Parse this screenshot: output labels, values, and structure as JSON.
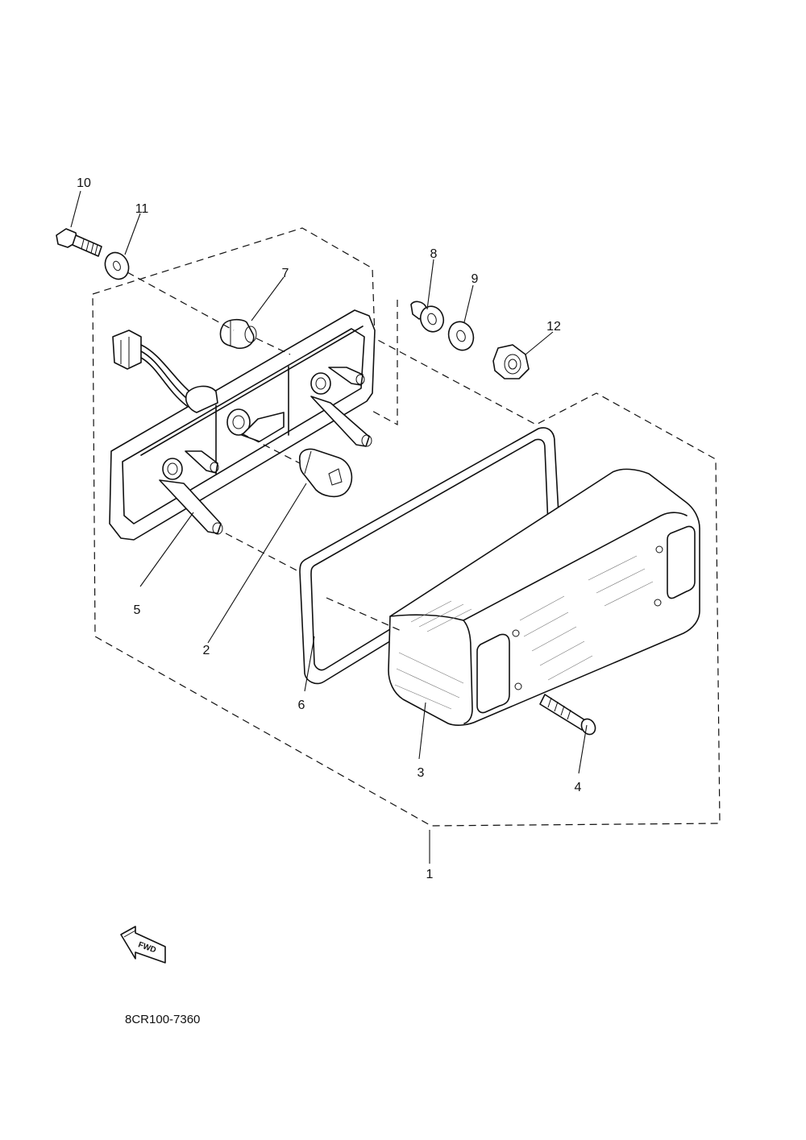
{
  "diagram": {
    "drawing_code": "8CR100-7360",
    "forward_marker": "FWD",
    "callouts": [
      {
        "id": "c1",
        "label": "1"
      },
      {
        "id": "c2",
        "label": "2"
      },
      {
        "id": "c3",
        "label": "3"
      },
      {
        "id": "c4",
        "label": "4"
      },
      {
        "id": "c5",
        "label": "5"
      },
      {
        "id": "c6",
        "label": "6"
      },
      {
        "id": "c7",
        "label": "7"
      },
      {
        "id": "c8",
        "label": "8"
      },
      {
        "id": "c9",
        "label": "9"
      },
      {
        "id": "c10",
        "label": "10"
      },
      {
        "id": "c11",
        "label": "11"
      },
      {
        "id": "c12",
        "label": "12"
      }
    ]
  }
}
